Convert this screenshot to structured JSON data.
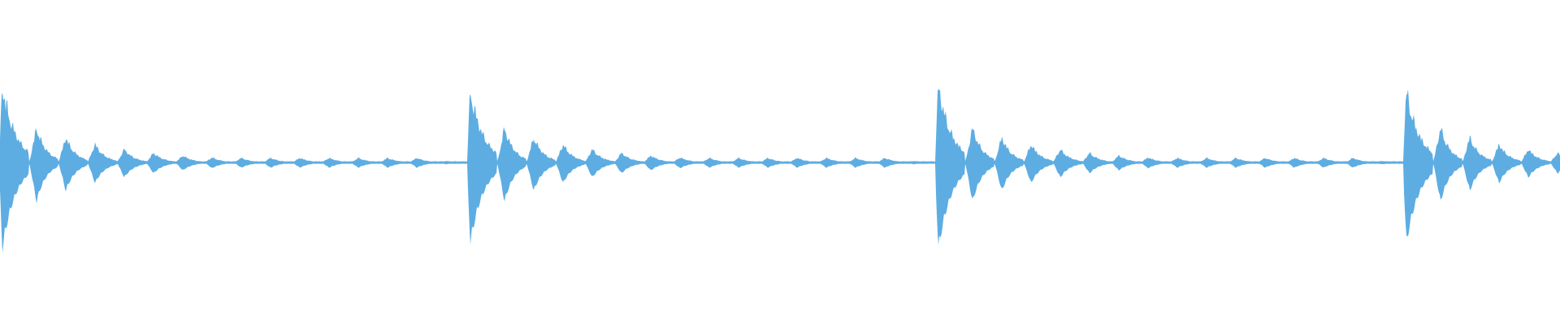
{
  "waveform": {
    "color": "#5dade2",
    "background": "#ffffff",
    "beats": 4,
    "segments_per_beat": 16,
    "peak_amplitude": 1.0
  }
}
